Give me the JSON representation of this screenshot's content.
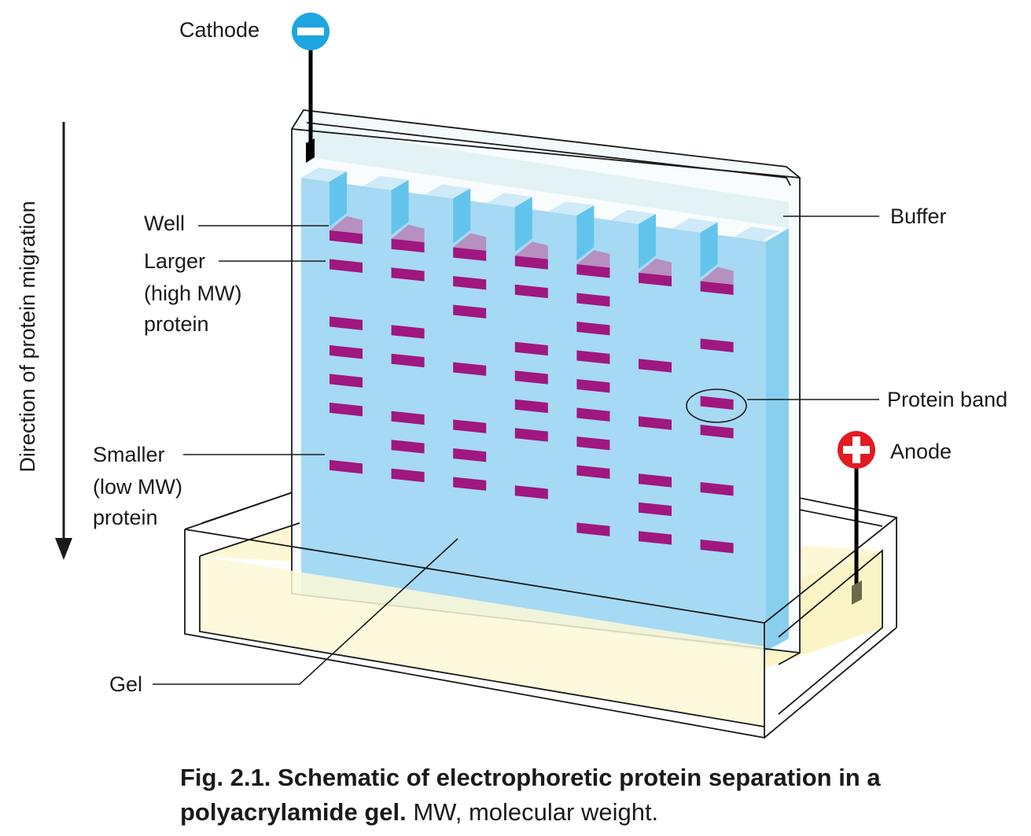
{
  "labels": {
    "cathode": "Cathode",
    "anode": "Anode",
    "buffer": "Buffer",
    "well": "Well",
    "larger": [
      "Larger",
      "(high MW)",
      "protein"
    ],
    "smaller": [
      "Smaller",
      "(low MW)",
      "protein"
    ],
    "protein_band": "Protein band",
    "gel": "Gel",
    "direction": "Direction of protein migration"
  },
  "caption": {
    "bold": "Fig. 2.1. Schematic of electrophoretic protein separation in a polyacrylamide gel.",
    "normal": " MW, molecular weight."
  },
  "colors": {
    "gel": "#a6d9f3",
    "gel_side": "#88cfee",
    "comb_top": "#cfeaf8",
    "comb_side": "#62c4ec",
    "well_fill": "#b690bf",
    "band": "#a0177f",
    "buffer": "#e3f3f5",
    "tray_liquid": "#fcf8d6",
    "cathode": "#1ea5e0",
    "anode": "#e21b22"
  },
  "icons": {
    "cathode": "minus-circle-icon",
    "anode": "plus-circle-icon"
  },
  "lanes": [
    {
      "name": "lane-1",
      "bands": [
        0,
        1,
        3,
        4,
        5,
        6,
        8
      ]
    },
    {
      "name": "lane-2",
      "bands": [
        0,
        1,
        3,
        4,
        6,
        7,
        8
      ]
    },
    {
      "name": "lane-3",
      "bands": [
        0,
        1,
        2,
        4,
        6,
        7,
        8
      ]
    },
    {
      "name": "lane-4",
      "bands": [
        0,
        1,
        3,
        4,
        5,
        6,
        8
      ]
    },
    {
      "name": "lane-5",
      "bands": [
        0,
        1,
        2,
        3,
        4,
        5,
        6,
        7,
        9
      ]
    },
    {
      "name": "lane-6",
      "bands": [
        0,
        3,
        5,
        7,
        8,
        9
      ]
    },
    {
      "name": "lane-7",
      "bands": [
        0,
        2,
        4,
        5,
        7,
        9
      ]
    }
  ]
}
